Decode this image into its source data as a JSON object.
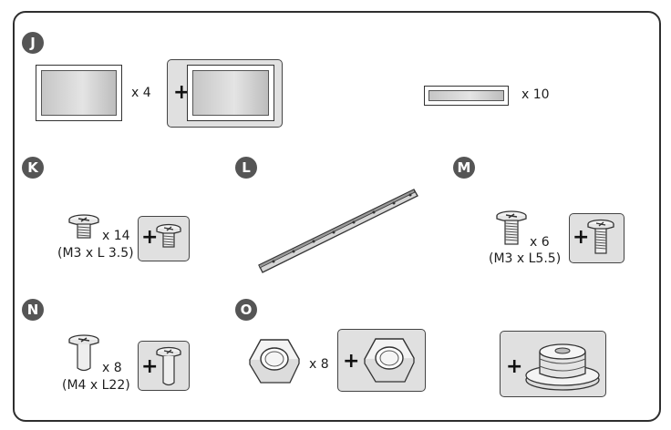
{
  "sections": {
    "J": {
      "badge": "J",
      "pad_qty": "x 4",
      "strip_qty": "x 10"
    },
    "K": {
      "badge": "K",
      "qty": "x 14",
      "spec": "(M3 x L 3.5)"
    },
    "L": {
      "badge": "L"
    },
    "M": {
      "badge": "M",
      "qty": "x 6",
      "spec": "(M3 x L5.5)"
    },
    "N": {
      "badge": "N",
      "qty": "x 8",
      "spec": "(M4 x L22)"
    },
    "O": {
      "badge": "O",
      "qty": "x 8"
    }
  },
  "plus_symbol": "+",
  "icons": [
    "rubber-pad-icon",
    "pad-strip-icon",
    "short-screw-icon",
    "metal-rail-icon",
    "medium-screw-icon",
    "long-screw-icon",
    "hex-nut-icon",
    "spacer-spool-icon"
  ],
  "colors": {
    "badge": "#555555",
    "panel": "#e0e0e0",
    "outline": "#2e2e2e"
  }
}
